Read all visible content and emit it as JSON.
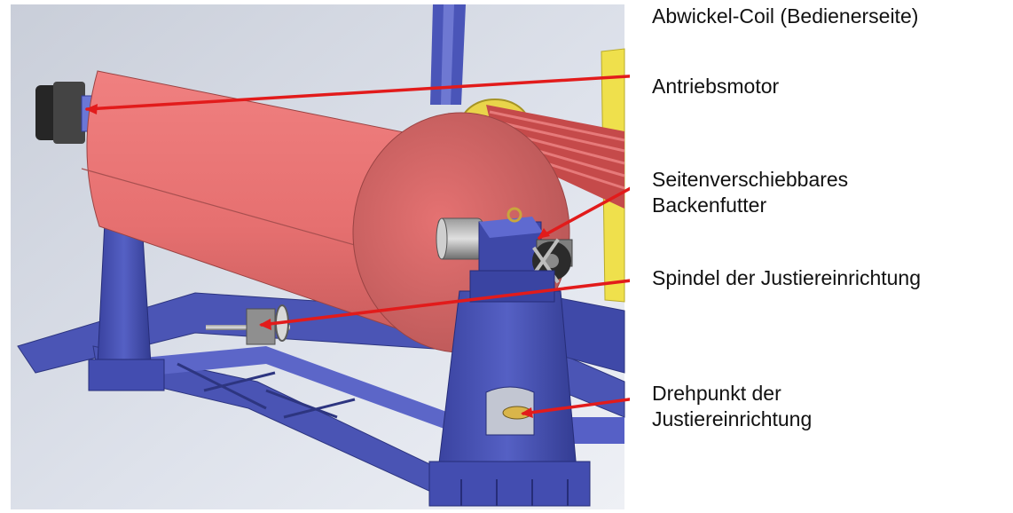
{
  "labels": {
    "title": "Abwickel-Coil (Bedienerseite)",
    "motor": "Antriebsmotor",
    "chuck_line1": "Seitenverschiebbares",
    "chuck_line2": "Backenfutter",
    "spindle": "Spindel der Justiereinrichtung",
    "pivot_line1": "Drehpunkt der",
    "pivot_line2": "Justiereinrichtung"
  },
  "colors": {
    "background_panel": "#d6dbe6",
    "coil": "#ec7272",
    "frame": "#4650b4",
    "leader_line": "#e21b1b",
    "motor": "#2a2a2a",
    "yellow_part": "#f2e24a"
  }
}
